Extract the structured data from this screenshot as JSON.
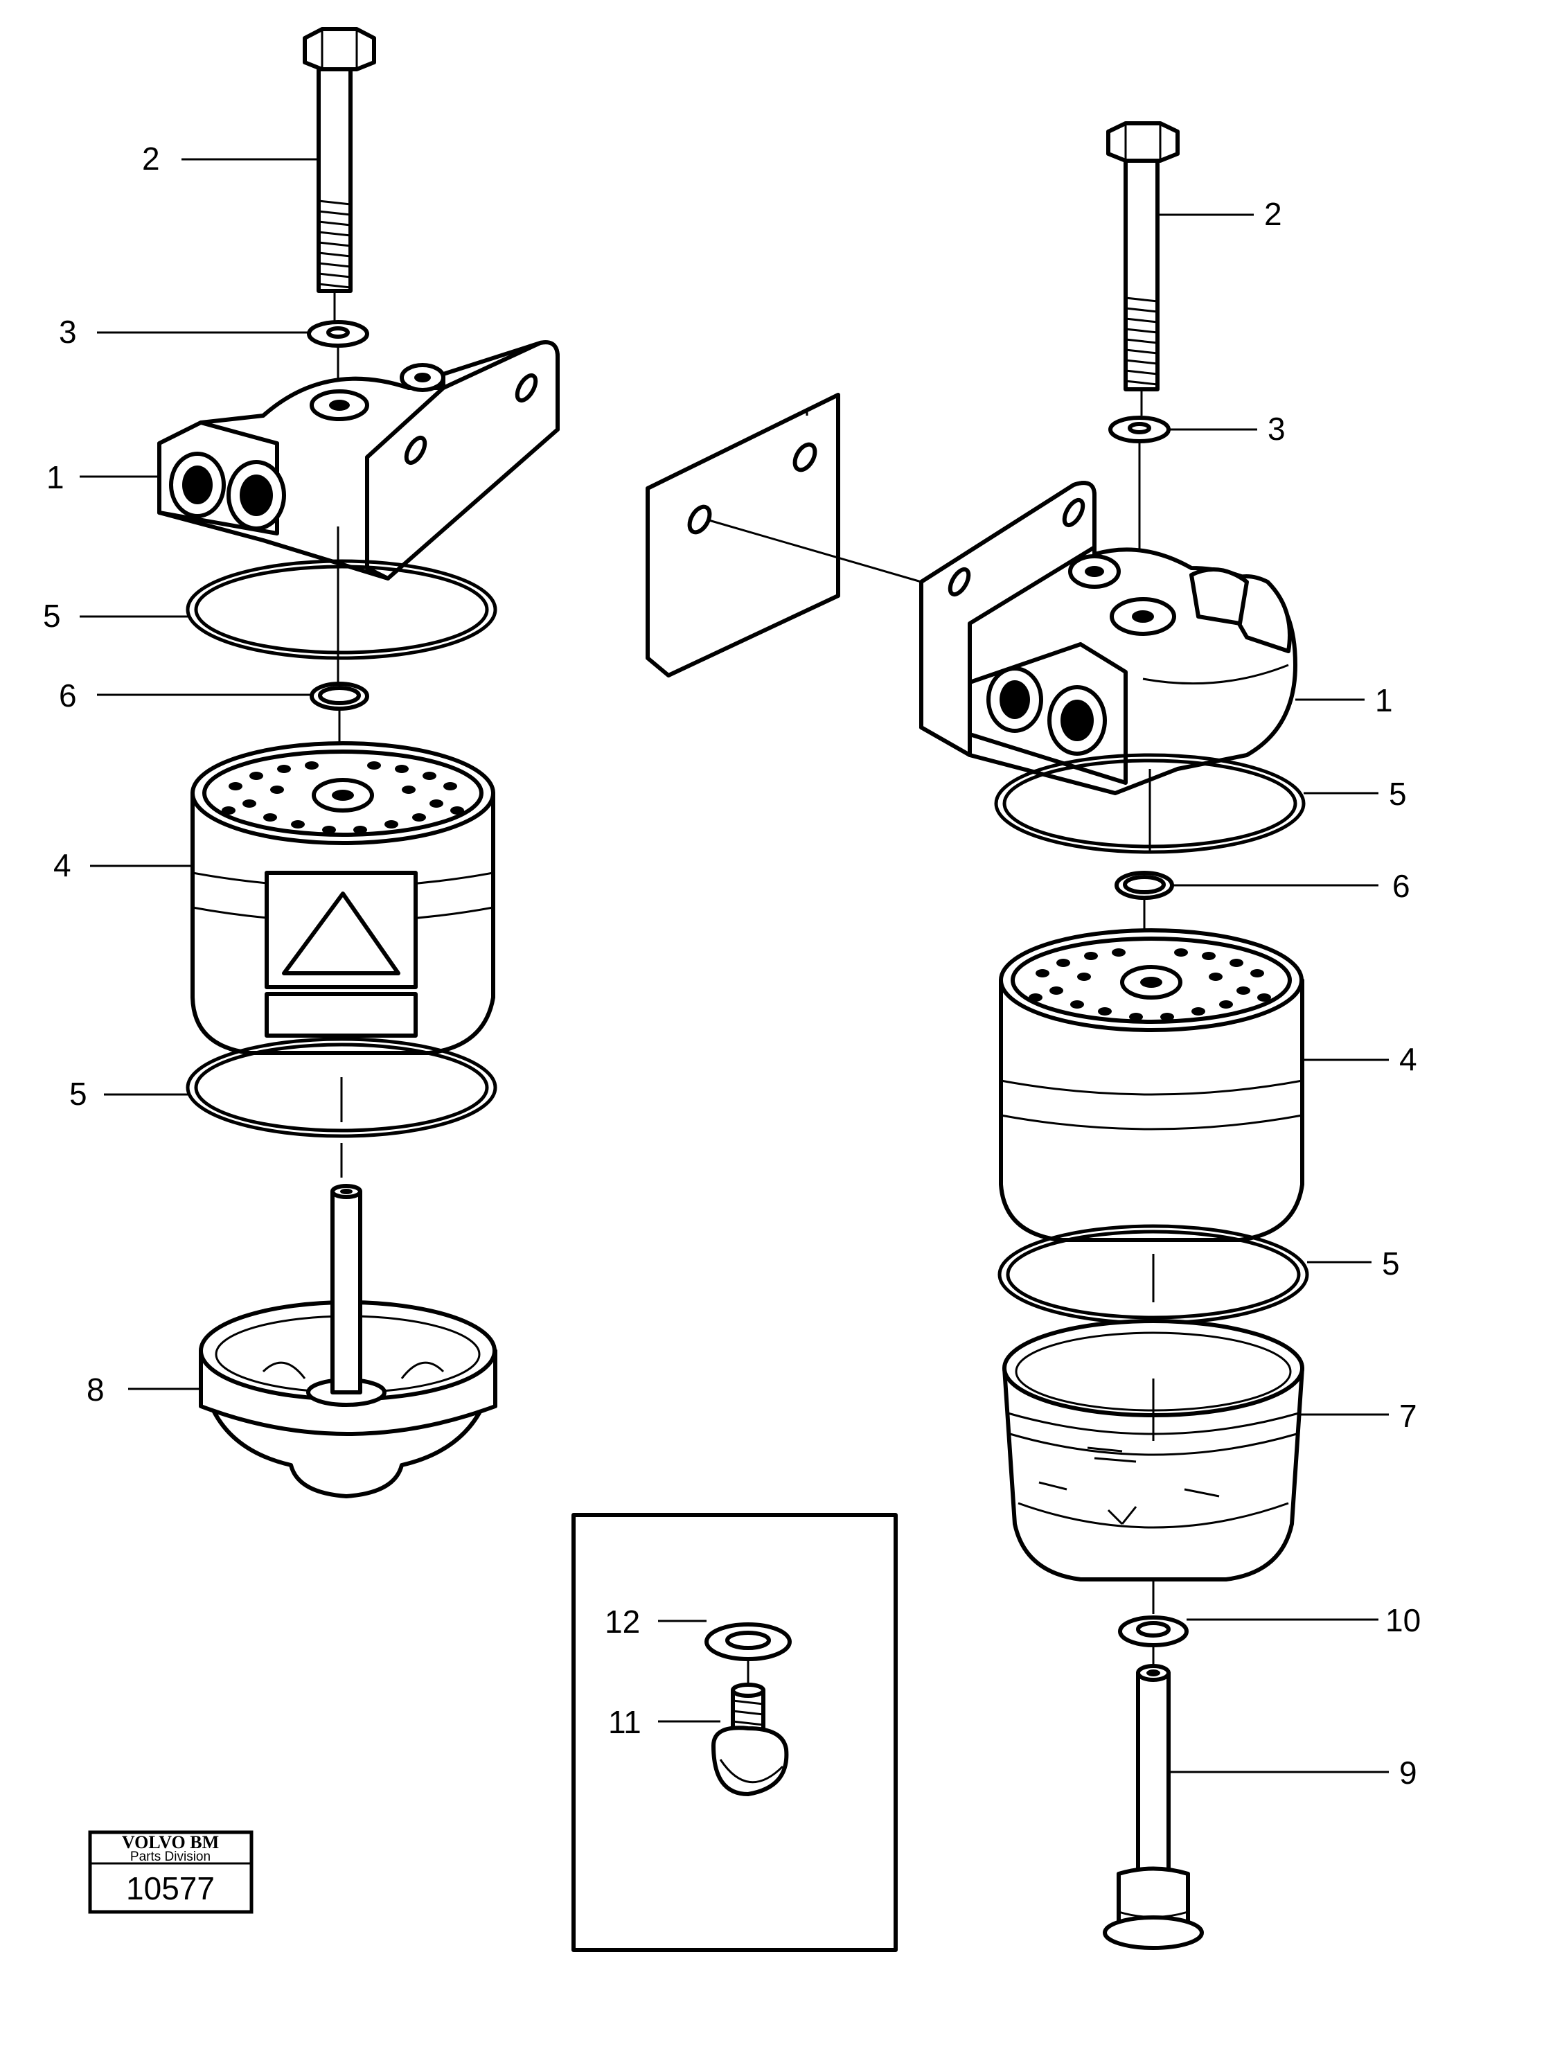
{
  "callouts": {
    "left": {
      "bolt": "2",
      "washer": "3",
      "head": "1",
      "seal_top": "5",
      "washer_small": "6",
      "filter": "4",
      "seal_bottom": "5",
      "bowl": "8"
    },
    "right": {
      "bolt": "2",
      "washer": "3",
      "head": "1",
      "seal_top": "5",
      "washer_small": "6",
      "filter": "4",
      "seal_bottom": "5",
      "glass_bowl": "7",
      "washer_bottom": "10",
      "bottom_bolt": "9"
    },
    "inset": {
      "washer": "12",
      "drain_plug": "11"
    }
  },
  "stamp": {
    "brand": "VOLVO BM",
    "division": "Parts Division",
    "number": "10577"
  }
}
